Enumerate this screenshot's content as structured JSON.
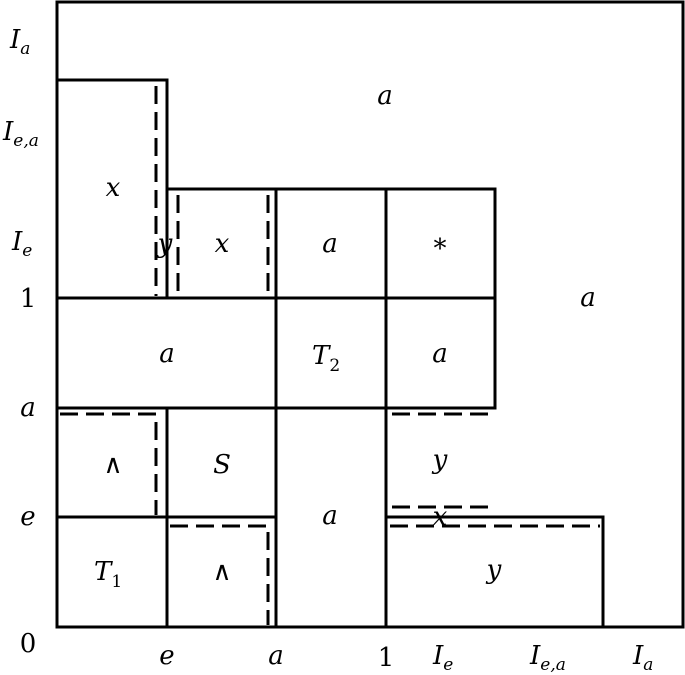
{
  "y_axis_labels": {
    "zero": "0",
    "e": "e",
    "a": "a",
    "one": "1",
    "Ie_base": "I",
    "Ie_sub": "e",
    "Iea_base": "I",
    "Iea_sub": "e,a",
    "Ia_base": "I",
    "Ia_sub": "a"
  },
  "x_axis_labels": {
    "e": "e",
    "a": "a",
    "one": "1",
    "Ie_base": "I",
    "Ie_sub": "e",
    "Iea_base": "I",
    "Iea_sub": "e,a",
    "Ia_base": "I",
    "Ia_sub": "a"
  },
  "cells": {
    "top_a": "a",
    "right_a": "a",
    "x_tall": "x",
    "y_tall": "y",
    "x_small": "x",
    "a_row_ie_1": "a",
    "star": "*",
    "a_wide": "a",
    "T2_base": "T",
    "T2_sub": "2",
    "a_row1_3": "a",
    "wedge_1": "∧",
    "S": "S",
    "y_mid": "y",
    "x_mid": "x",
    "a_center": "a",
    "T1_base": "T",
    "T1_sub": "1",
    "wedge_2": "∧",
    "y_bottom": "y"
  }
}
